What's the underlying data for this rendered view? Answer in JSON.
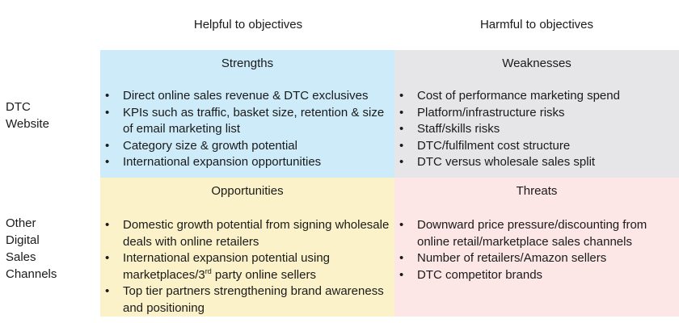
{
  "headers": {
    "helpful": "Helpful to objectives",
    "harmful": "Harmful to objectives"
  },
  "rows": {
    "dtc_line1": "DTC",
    "dtc_line2": "Website",
    "other_line1": "Other",
    "other_line2": "Digital",
    "other_line3": "Sales",
    "other_line4": "Channels"
  },
  "strengths": {
    "title": "Strengths",
    "items": [
      "Direct online sales revenue & DTC exclusives",
      "KPIs such as traffic, basket size, retention & size of email marketing list",
      "Category size & growth potential",
      "International expansion opportunities"
    ]
  },
  "weaknesses": {
    "title": "Weaknesses",
    "items": [
      "Cost of performance marketing spend",
      "Platform/infrastructure risks",
      "Staff/skills risks",
      "DTC/fulfilment cost structure",
      "DTC versus wholesale sales split"
    ]
  },
  "opportunities": {
    "title": "Opportunities",
    "items": [
      "Domestic growth potential from signing wholesale deals with online retailers",
      "International expansion potential using marketplaces/3",
      "rd",
      " party online sellers",
      "Top tier partners strengthening brand awareness and positioning"
    ]
  },
  "threats": {
    "title": "Threats",
    "items": [
      "Downward price pressure/discounting from online retail/marketplace sales channels",
      "Number of retailers/Amazon sellers",
      "DTC competitor brands"
    ]
  },
  "colors": {
    "strengths_bg": "#cdebf9",
    "weaknesses_bg": "#e6e6e8",
    "opportunities_bg": "#fcf2c9",
    "threats_bg": "#fce6e6"
  }
}
